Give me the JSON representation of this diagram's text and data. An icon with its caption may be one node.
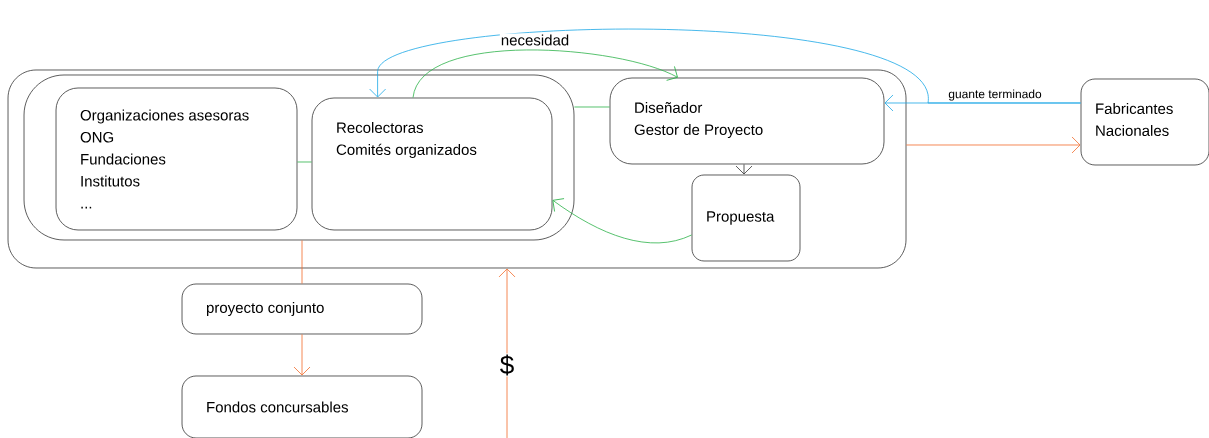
{
  "diagram": {
    "nodes": [
      {
        "text": [],
        "shape": "box"
      },
      {
        "text": [],
        "shape": "box",
        "in": 0
      },
      {
        "text": [
          "Organizaciones asesoras",
          "ONG",
          "Fundaciones",
          "Institutos",
          "..."
        ],
        "in": 1
      },
      {
        "text": [
          "Recolectoras",
          "Comités organizados"
        ],
        "in": 1
      },
      {
        "text": [
          "Diseñador",
          "Gestor de Proyecto"
        ],
        "in": 0
      },
      {
        "text": [
          "Propuesta"
        ],
        "in": 0
      },
      {
        "text": [
          "Fabricantes Nacionales"
        ]
      },
      {
        "text": [
          "proyecto conjunto"
        ]
      },
      {
        "text": [
          "Fondos concursables"
        ]
      }
    ],
    "edges": [
      {
        "from": 2,
        "to": 3,
        "arrow": "none",
        "color": "#2db34a"
      },
      {
        "from": 1,
        "to": 4,
        "arrow": "none",
        "color": "#2db34a"
      },
      {
        "from": 3,
        "to": 4,
        "arrow": "to",
        "label": "necesidad",
        "color": "#2db34a"
      },
      {
        "from": 4,
        "to": 5,
        "arrow": "to",
        "color": "#333333"
      },
      {
        "from": 5,
        "to": 3,
        "arrow": "to",
        "color": "#2db34a"
      },
      {
        "from": 6,
        "to": 4,
        "arrow": "to",
        "label": "guante terminado",
        "color": "#1aa7e6"
      },
      {
        "from": 6,
        "to": 3,
        "arrow": "to",
        "color": "#1aa7e6"
      },
      {
        "from": 0,
        "to": 6,
        "arrow": "to",
        "color": "#f26b2a"
      },
      {
        "from": 1,
        "to": 7,
        "arrow": "none",
        "color": "#f26b2a"
      },
      {
        "from": 7,
        "to": 8,
        "arrow": "to",
        "color": "#f26b2a"
      },
      {
        "from": null,
        "to": 0,
        "arrow": "to",
        "label": "$",
        "color": "#f26b2a"
      }
    ]
  }
}
